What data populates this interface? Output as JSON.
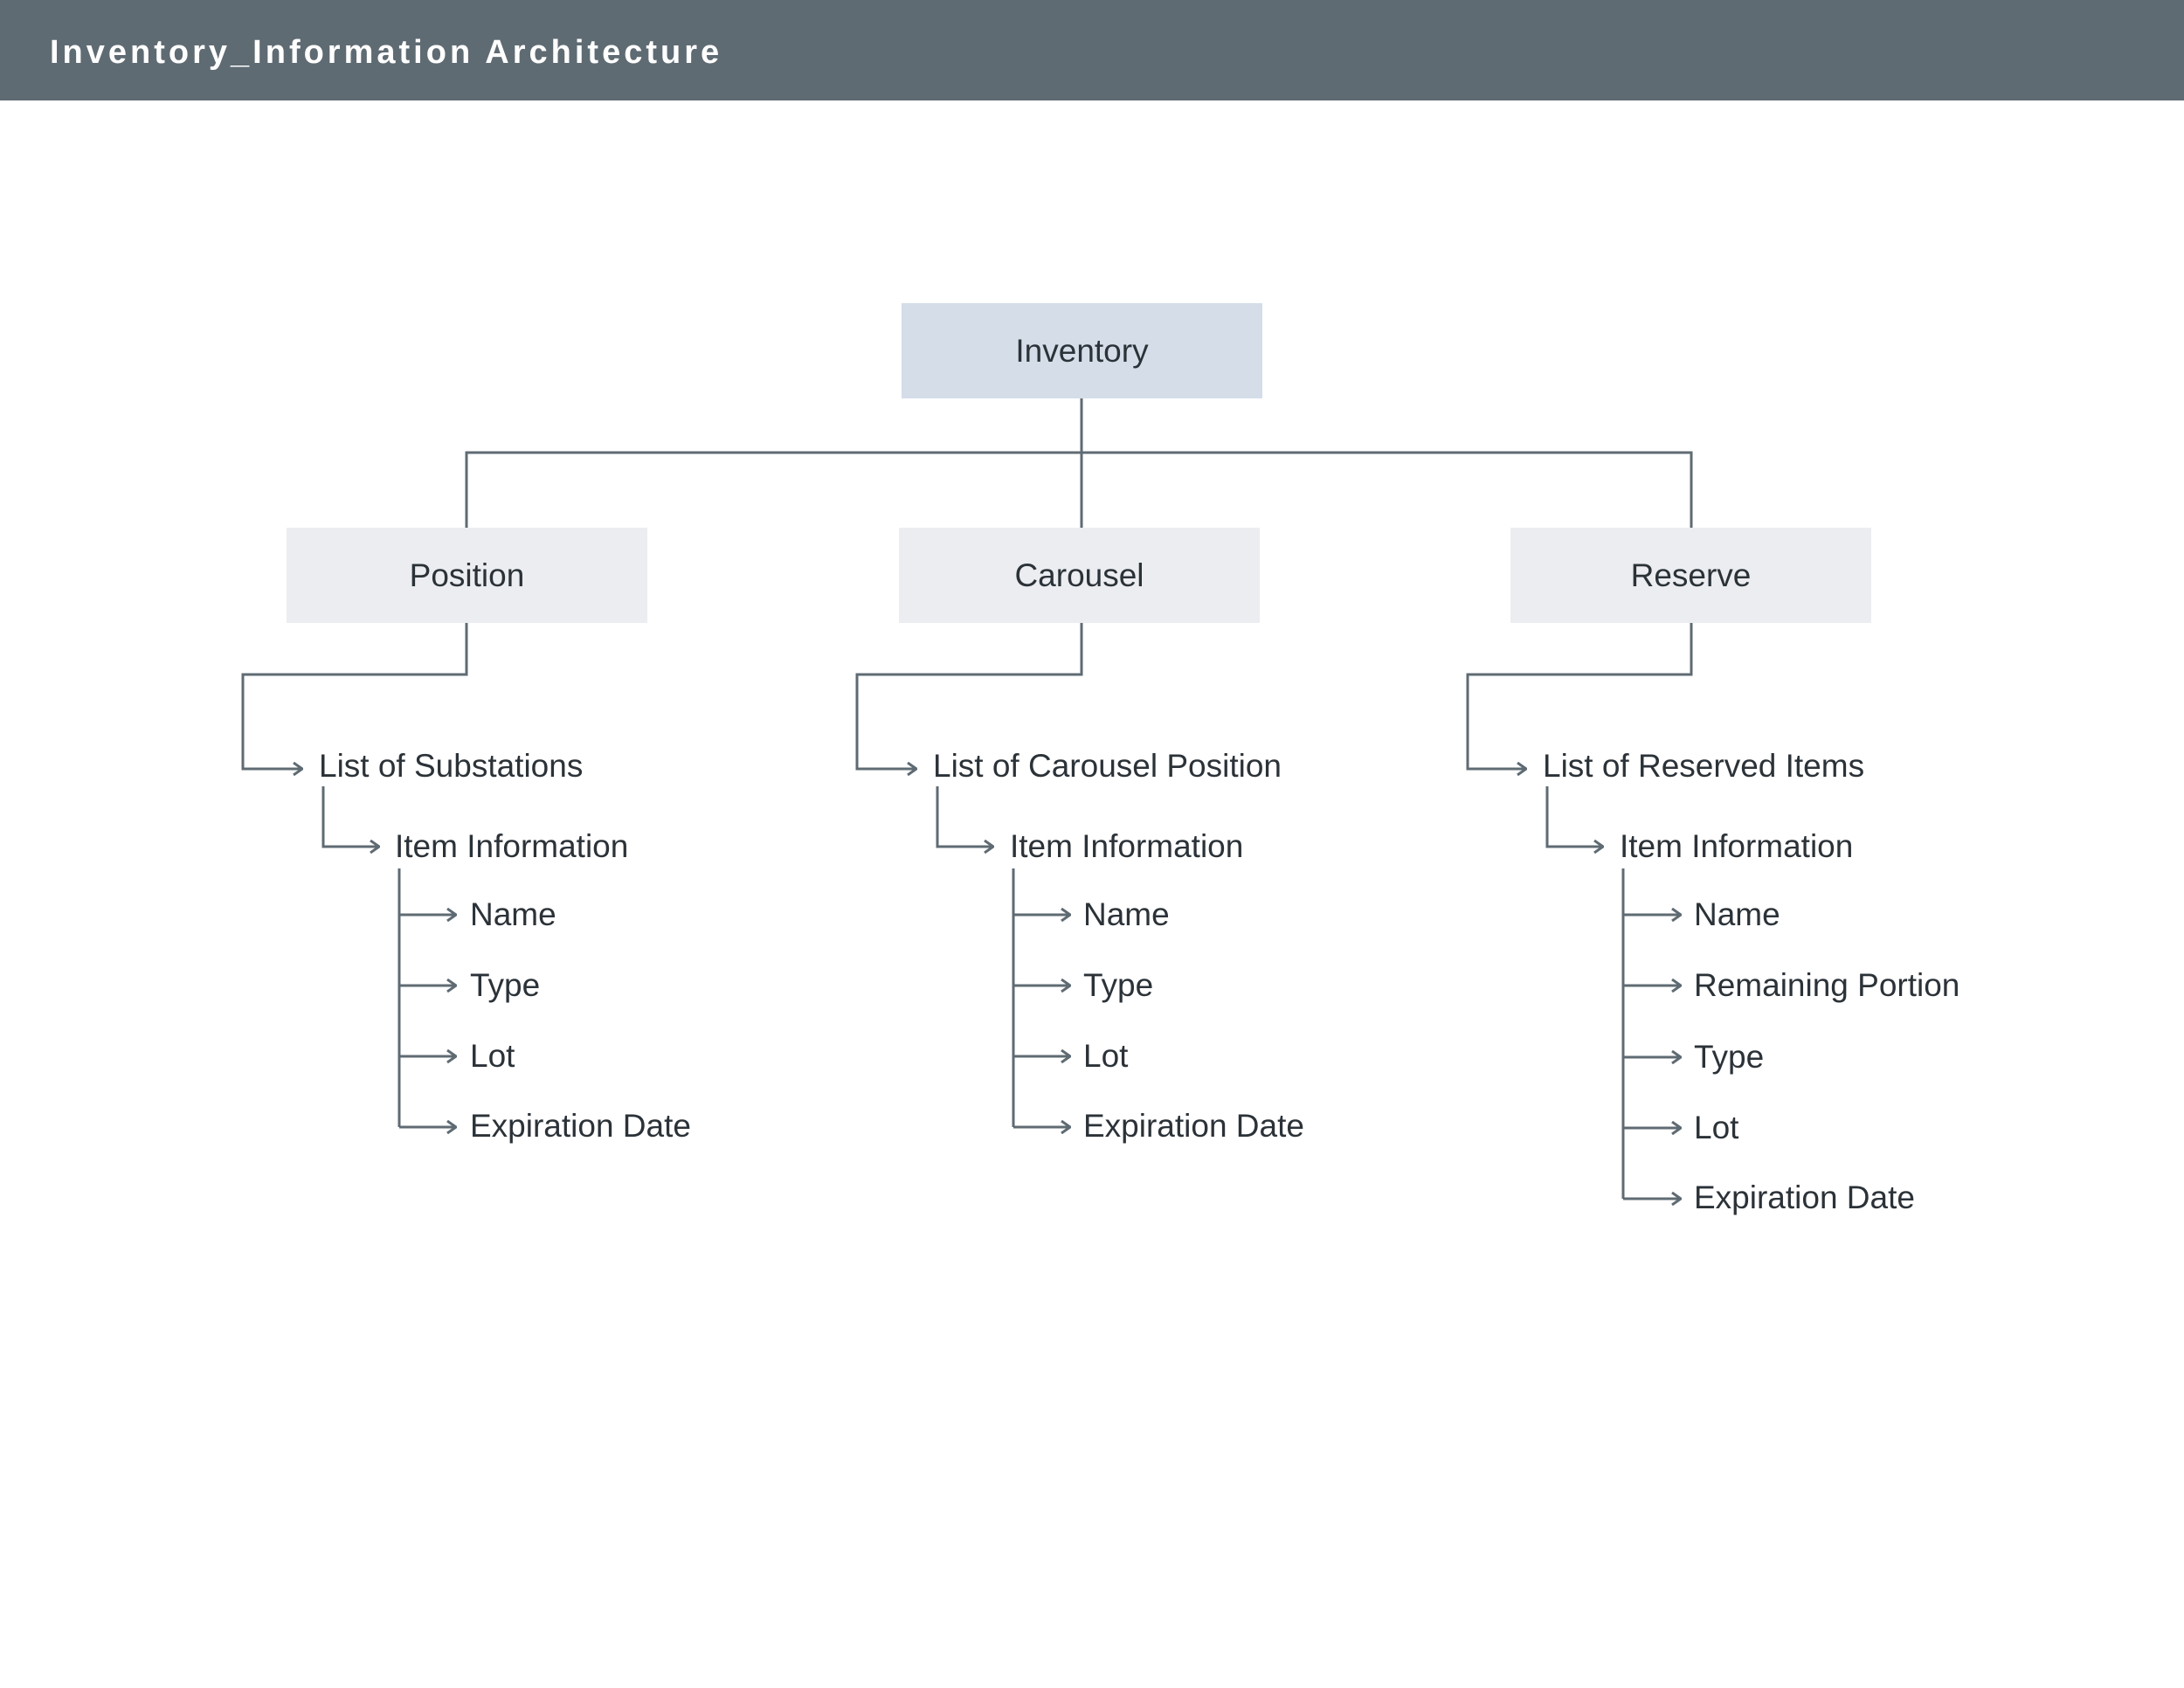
{
  "header": {
    "title": "Inventory_Information Architecture"
  },
  "diagram": {
    "root": "Inventory",
    "branches": [
      {
        "label": "Position",
        "list": "List of Substations",
        "item": "Item Information",
        "fields": [
          "Name",
          "Type",
          "Lot",
          "Expiration Date"
        ]
      },
      {
        "label": "Carousel",
        "list": "List of Carousel Position",
        "item": "Item Information",
        "fields": [
          "Name",
          "Type",
          "Lot",
          "Expiration Date"
        ]
      },
      {
        "label": "Reserve",
        "list": "List of Reserved Items",
        "item": "Item Information",
        "fields": [
          "Name",
          "Remaining Portion",
          "Type",
          "Lot",
          "Expiration Date"
        ]
      }
    ]
  },
  "colors": {
    "header_bg": "#5f6b73",
    "root_box": "#d4dde8",
    "branch_box": "#ebedf0",
    "connector": "#5f6b73"
  }
}
